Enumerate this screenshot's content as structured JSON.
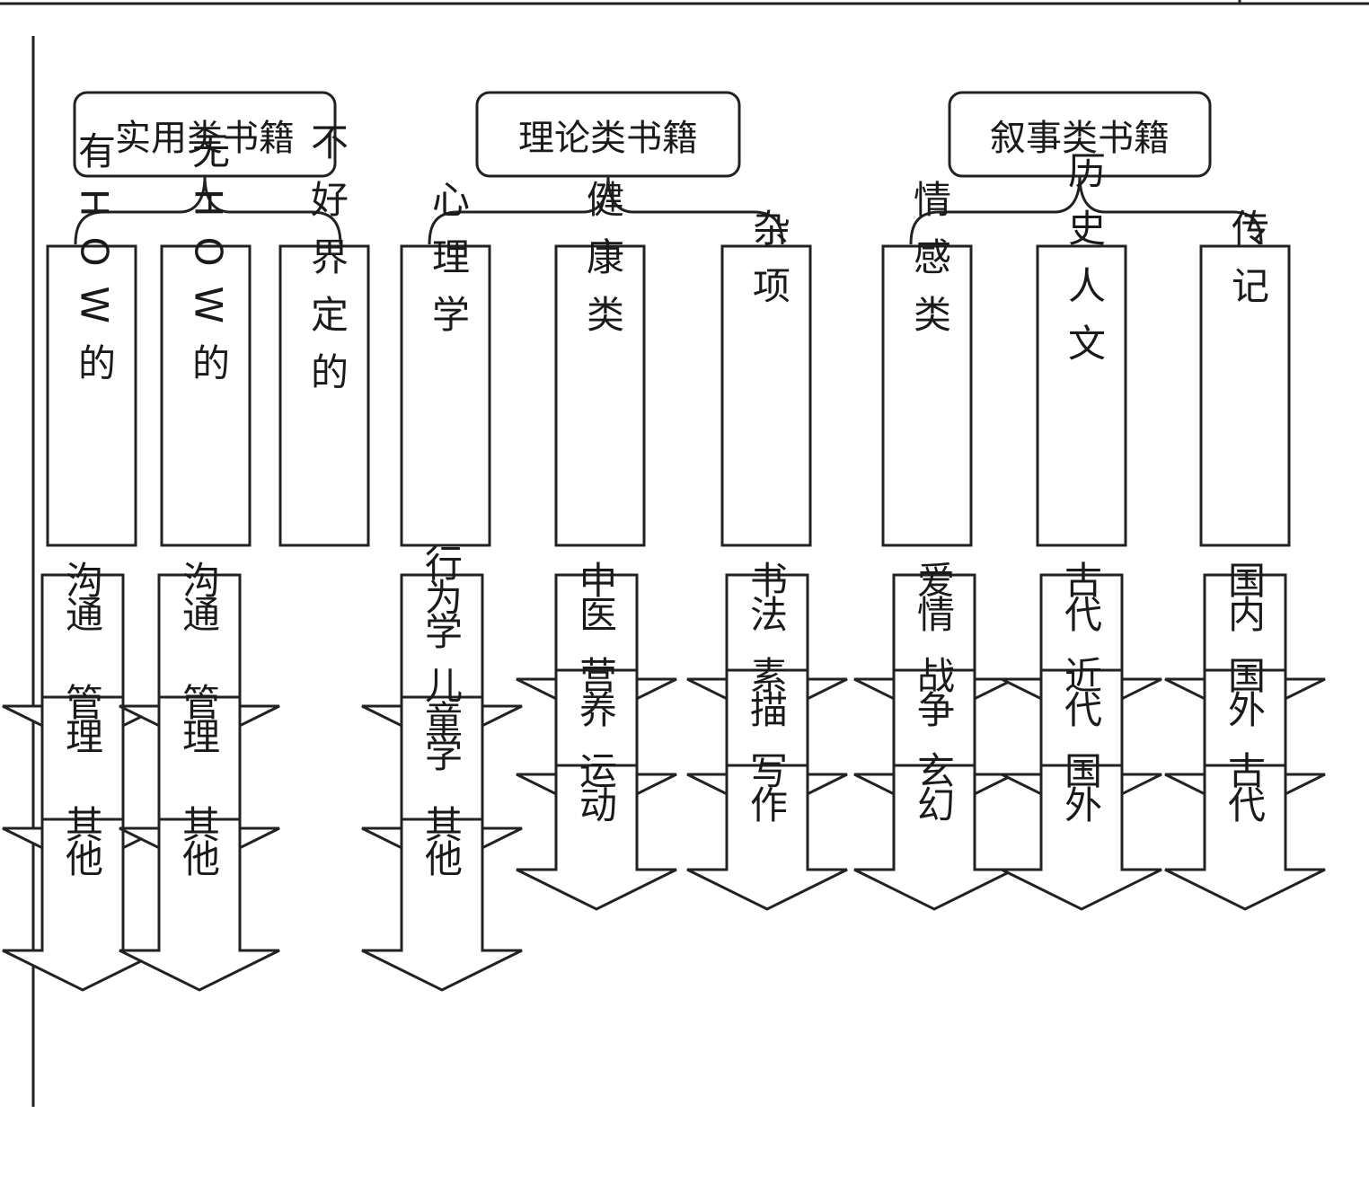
{
  "groups": [
    {
      "title": "实用类书籍",
      "categories": [
        {
          "label": "有HOW的",
          "chain": [
            "沟通",
            "管理",
            "其他"
          ]
        },
        {
          "label": "无HOW的",
          "chain": [
            "沟通",
            "管理",
            "其他"
          ]
        },
        {
          "label": "不好界定的",
          "chain": []
        }
      ]
    },
    {
      "title": "理论类书籍",
      "categories": [
        {
          "label": "心理学",
          "chain": [
            "行为学",
            "儿童学",
            "其他"
          ]
        },
        {
          "label": "健康类",
          "chain": [
            "中医",
            "营养",
            "运动"
          ]
        },
        {
          "label": "杂项",
          "chain": [
            "书法",
            "素描",
            "写作"
          ]
        }
      ]
    },
    {
      "title": "叙事类书籍",
      "categories": [
        {
          "label": "情感类",
          "chain": [
            "爱情",
            "战争",
            "玄幻"
          ]
        },
        {
          "label": "历史人文",
          "chain": [
            "古代",
            "近代",
            "国外"
          ]
        },
        {
          "label": "传记",
          "chain": [
            "国内",
            "国外",
            "古代"
          ]
        }
      ]
    }
  ]
}
